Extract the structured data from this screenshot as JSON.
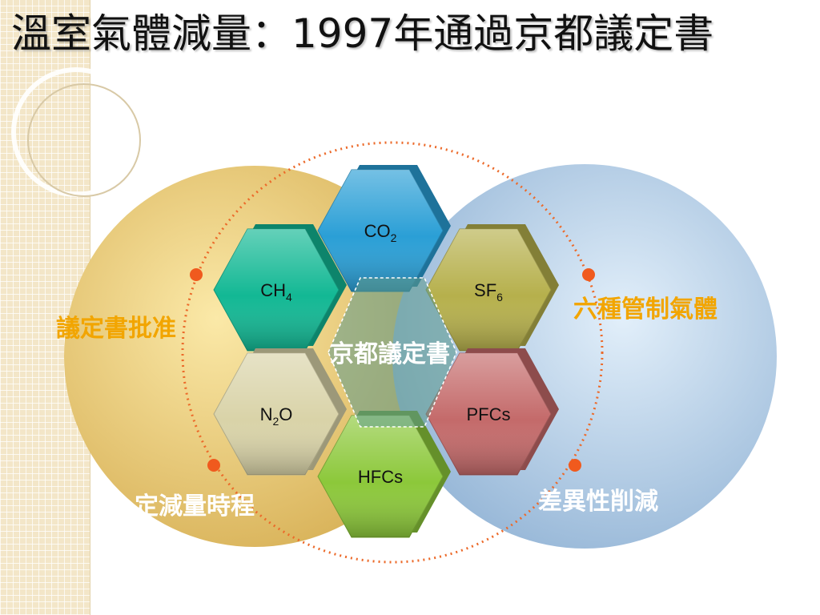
{
  "slide": {
    "title": "溫室氣體減量：1997年通過京都議定書"
  },
  "center": {
    "label": "京都議定書"
  },
  "gases": [
    {
      "id": "co2",
      "base": "CO",
      "sub": "2",
      "color": "#2a9fd6"
    },
    {
      "id": "ch4",
      "base": "CH",
      "sub": "4",
      "color": "#12b894"
    },
    {
      "id": "sf6",
      "base": "SF",
      "sub": "6",
      "color": "#b6b04c"
    },
    {
      "id": "n2o",
      "base": "N",
      "sub": "2",
      "tail": "O",
      "color": "#d9d3a8"
    },
    {
      "id": "pfcs",
      "base": "PFCs",
      "color": "#c46a6a"
    },
    {
      "id": "hfcs",
      "base": "HFCs",
      "color": "#8cc83a"
    }
  ],
  "side_labels": {
    "left_top": "議定書批准",
    "right_top": "六種管制氣體",
    "left_bottom": "定減量時程",
    "right_bottom": "差異性削減"
  },
  "colors": {
    "left_circle": "#f2d37a",
    "right_circle": "#bcd6ef",
    "accent_orange": "#f2a500",
    "dot_red": "#f05a1e",
    "dotted_ring": "#ec6a2a"
  }
}
